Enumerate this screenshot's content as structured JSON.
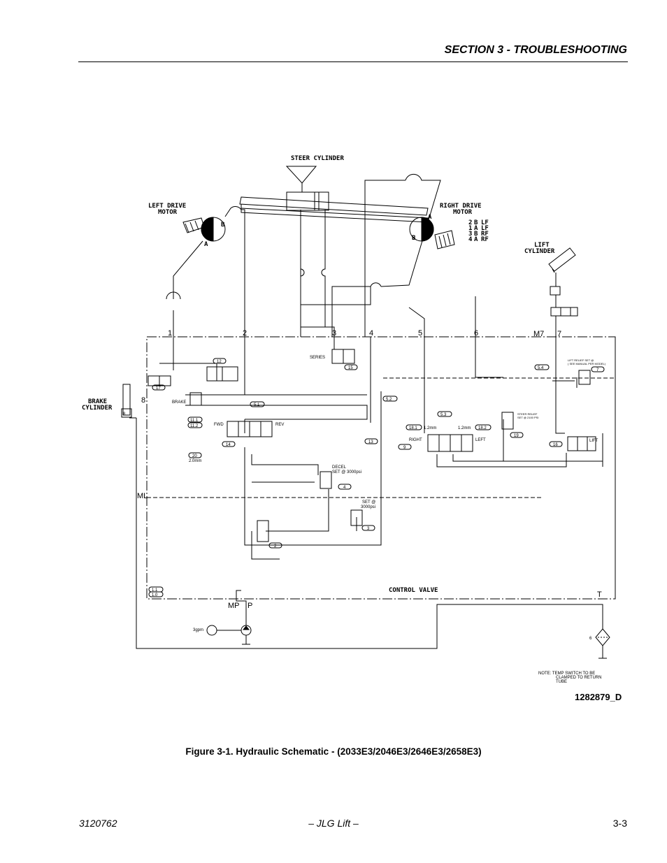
{
  "header": {
    "section_title": "SECTION 3 - TROUBLESHOOTING"
  },
  "schematic": {
    "drawing_number": "1282879_D",
    "labels": {
      "steer_cylinder": "STEER CYLINDER",
      "left_drive_motor_1": "LEFT DRIVE",
      "left_drive_motor_2": "MOTOR",
      "right_drive_motor_1": "RIGHT DRIVE",
      "right_drive_motor_2": "MOTOR",
      "lift_cylinder_1": "LIFT",
      "lift_cylinder_2": "CYLINDER",
      "brake_cylinder_1": "BRAKE",
      "brake_cylinder_2": "CYLINDER",
      "control_valve": "CONTROL VALVE",
      "series": "SERIES",
      "brake": "BRAKE",
      "fwd": "FWD",
      "rev": "REV",
      "right": "RIGHT",
      "left": "LEFT",
      "lift": "LIFT",
      "decel_1": "DECEL",
      "decel_2": "SET @ 3000psi",
      "set_1": "SET @",
      "set_2": "3000psi",
      "steer_relief_1": "STEER RELIEF",
      "steer_relief_2": "SET @ 2100 PSI",
      "lift_relief_1": "LIFT RELIEF SET @",
      "lift_relief_2": "( SEE MANUAL PER MODEL)",
      "orifice_1": "1.2mm",
      "orifice_2": "1.2mm",
      "orifice_3": "2.0mm",
      "pump_flow": "3gpm",
      "motor_port_a": "A",
      "motor_port_b": "B",
      "note_1": "NOTE:  TEMP SWITCH TO BE",
      "note_2": "CLAMPED TO RETURN",
      "note_3": "TUBE"
    },
    "port_table": [
      {
        "num": "2",
        "port": "B",
        "wheel": "LF"
      },
      {
        "num": "1",
        "port": "A",
        "wheel": "LF"
      },
      {
        "num": "3",
        "port": "B",
        "wheel": "RF"
      },
      {
        "num": "4",
        "port": "A",
        "wheel": "RF"
      }
    ],
    "ports": {
      "p1": "1",
      "p2": "2",
      "p3": "3",
      "p4": "4",
      "p5": "5",
      "p6": "6",
      "m7": "M7",
      "p7": "7",
      "p8": "8",
      "ml": "ML",
      "mp": "MP",
      "p": "P",
      "t": "T"
    },
    "callouts": {
      "c12": "12",
      "c15": "15",
      "c17": "17",
      "c5_1": "5.1",
      "c14": "14",
      "c11_1": "11.1",
      "c11_2": "11.2",
      "c20": "20",
      "c13": "13",
      "c18_1": "18.1",
      "c18_2": "18.2",
      "c9": "9",
      "c5_2": "5.2",
      "c5_3": "5.3",
      "c19": "19",
      "c5_4": "5.4",
      "c7": "7",
      "c16": "16",
      "c4": "4",
      "c3": "3",
      "c2": "2",
      "c1_1": "1.1",
      "c1_0": "1.0",
      "c8": "8",
      "c6": "6"
    }
  },
  "caption": "Figure 3-1.  Hydraulic Schematic - (2033E3/2046E3/2646E3/2658E3)",
  "footer": {
    "doc_number": "3120762",
    "brand": "– JLG Lift –",
    "page": "3-3"
  }
}
